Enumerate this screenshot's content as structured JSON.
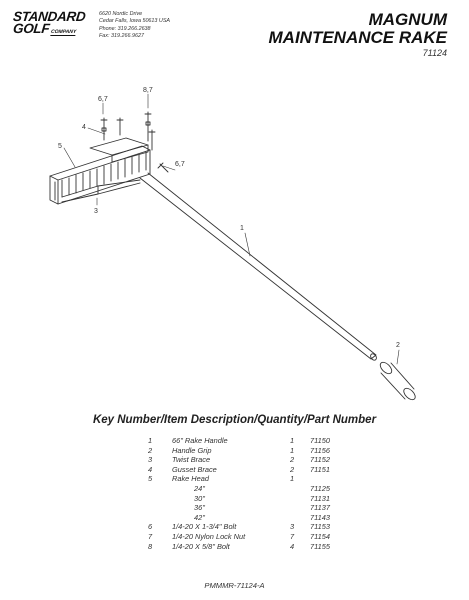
{
  "company": {
    "logo_line1": "STANDARD",
    "logo_line2": "GOLF",
    "logo_sub": "COMPANY",
    "address": [
      "6620 Nordic Drive",
      "Cedar Falls, Iowa  50613  USA",
      "Phone: 319.266.2638",
      "Fax: 319.266.9627"
    ]
  },
  "title": {
    "line1": "MAGNUM",
    "line2": "MAINTENANCE RAKE",
    "number": "71124"
  },
  "callouts": {
    "c1": "1",
    "c2": "2",
    "c3": "3",
    "c4": "4",
    "c5": "5",
    "c67a": "6,7",
    "c78": "8,7",
    "c67b": "6,7"
  },
  "parts_table": {
    "heading": "Key Number/Item Description/Quantity/Part Number",
    "rows": [
      {
        "key": "1",
        "desc": "66\" Rake Handle",
        "qty": "1",
        "part": "71150"
      },
      {
        "key": "2",
        "desc": "Handle Grip",
        "qty": "1",
        "part": "71156"
      },
      {
        "key": "3",
        "desc": "Twist Brace",
        "qty": "2",
        "part": "71152"
      },
      {
        "key": "4",
        "desc": "Gusset Brace",
        "qty": "2",
        "part": "71151"
      },
      {
        "key": "5",
        "desc": "Rake Head",
        "qty": "1",
        "part": ""
      },
      {
        "key": "",
        "desc": "24\"",
        "qty": "",
        "part": "71125"
      },
      {
        "key": "",
        "desc": "30\"",
        "qty": "",
        "part": "71131"
      },
      {
        "key": "",
        "desc": "36\"",
        "qty": "",
        "part": "71137"
      },
      {
        "key": "",
        "desc": "42\"",
        "qty": "",
        "part": "71143"
      },
      {
        "key": "6",
        "desc": "1/4-20 X 1-3/4\" Bolt",
        "qty": "3",
        "part": "71153"
      },
      {
        "key": "7",
        "desc": "1/4-20 Nylon Lock Nut",
        "qty": "7",
        "part": "71154"
      },
      {
        "key": "8",
        "desc": "1/4-20 X 5/8\" Bolt",
        "qty": "4",
        "part": "71155"
      }
    ]
  },
  "footer": "PMMMR-71124-A"
}
